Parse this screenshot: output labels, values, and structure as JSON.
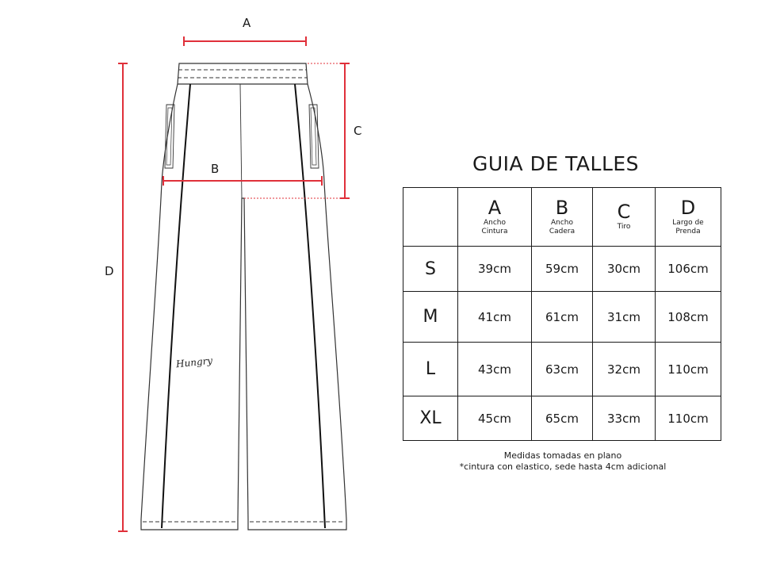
{
  "diagram": {
    "labels": {
      "a": "A",
      "b": "B",
      "c": "C",
      "d": "D"
    },
    "brand_text": "Hungry",
    "colors": {
      "measure_line": "#e0303a",
      "outline": "#333333",
      "stripe": "#111111"
    }
  },
  "size_guide": {
    "title": "GUIA DE TALLES",
    "columns": [
      {
        "letter": "A",
        "desc_1": "Ancho",
        "desc_2": "Cintura"
      },
      {
        "letter": "B",
        "desc_1": "Ancho",
        "desc_2": "Cadera"
      },
      {
        "letter": "C",
        "desc_1": "Tiro",
        "desc_2": ""
      },
      {
        "letter": "D",
        "desc_1": "Largo de",
        "desc_2": "Prenda"
      }
    ],
    "rows": [
      {
        "size": "S",
        "values": [
          "39cm",
          "59cm",
          "30cm",
          "106cm"
        ]
      },
      {
        "size": "M",
        "values": [
          "41cm",
          "61cm",
          "31cm",
          "108cm"
        ]
      },
      {
        "size": "L",
        "values": [
          "43cm",
          "63cm",
          "32cm",
          "110cm"
        ]
      },
      {
        "size": "XL",
        "values": [
          "45cm",
          "65cm",
          "33cm",
          "110cm"
        ]
      }
    ],
    "notes": {
      "line_1": "Medidas tomadas en plano",
      "line_2": "*cintura con elastico, sede hasta 4cm adicional"
    }
  }
}
